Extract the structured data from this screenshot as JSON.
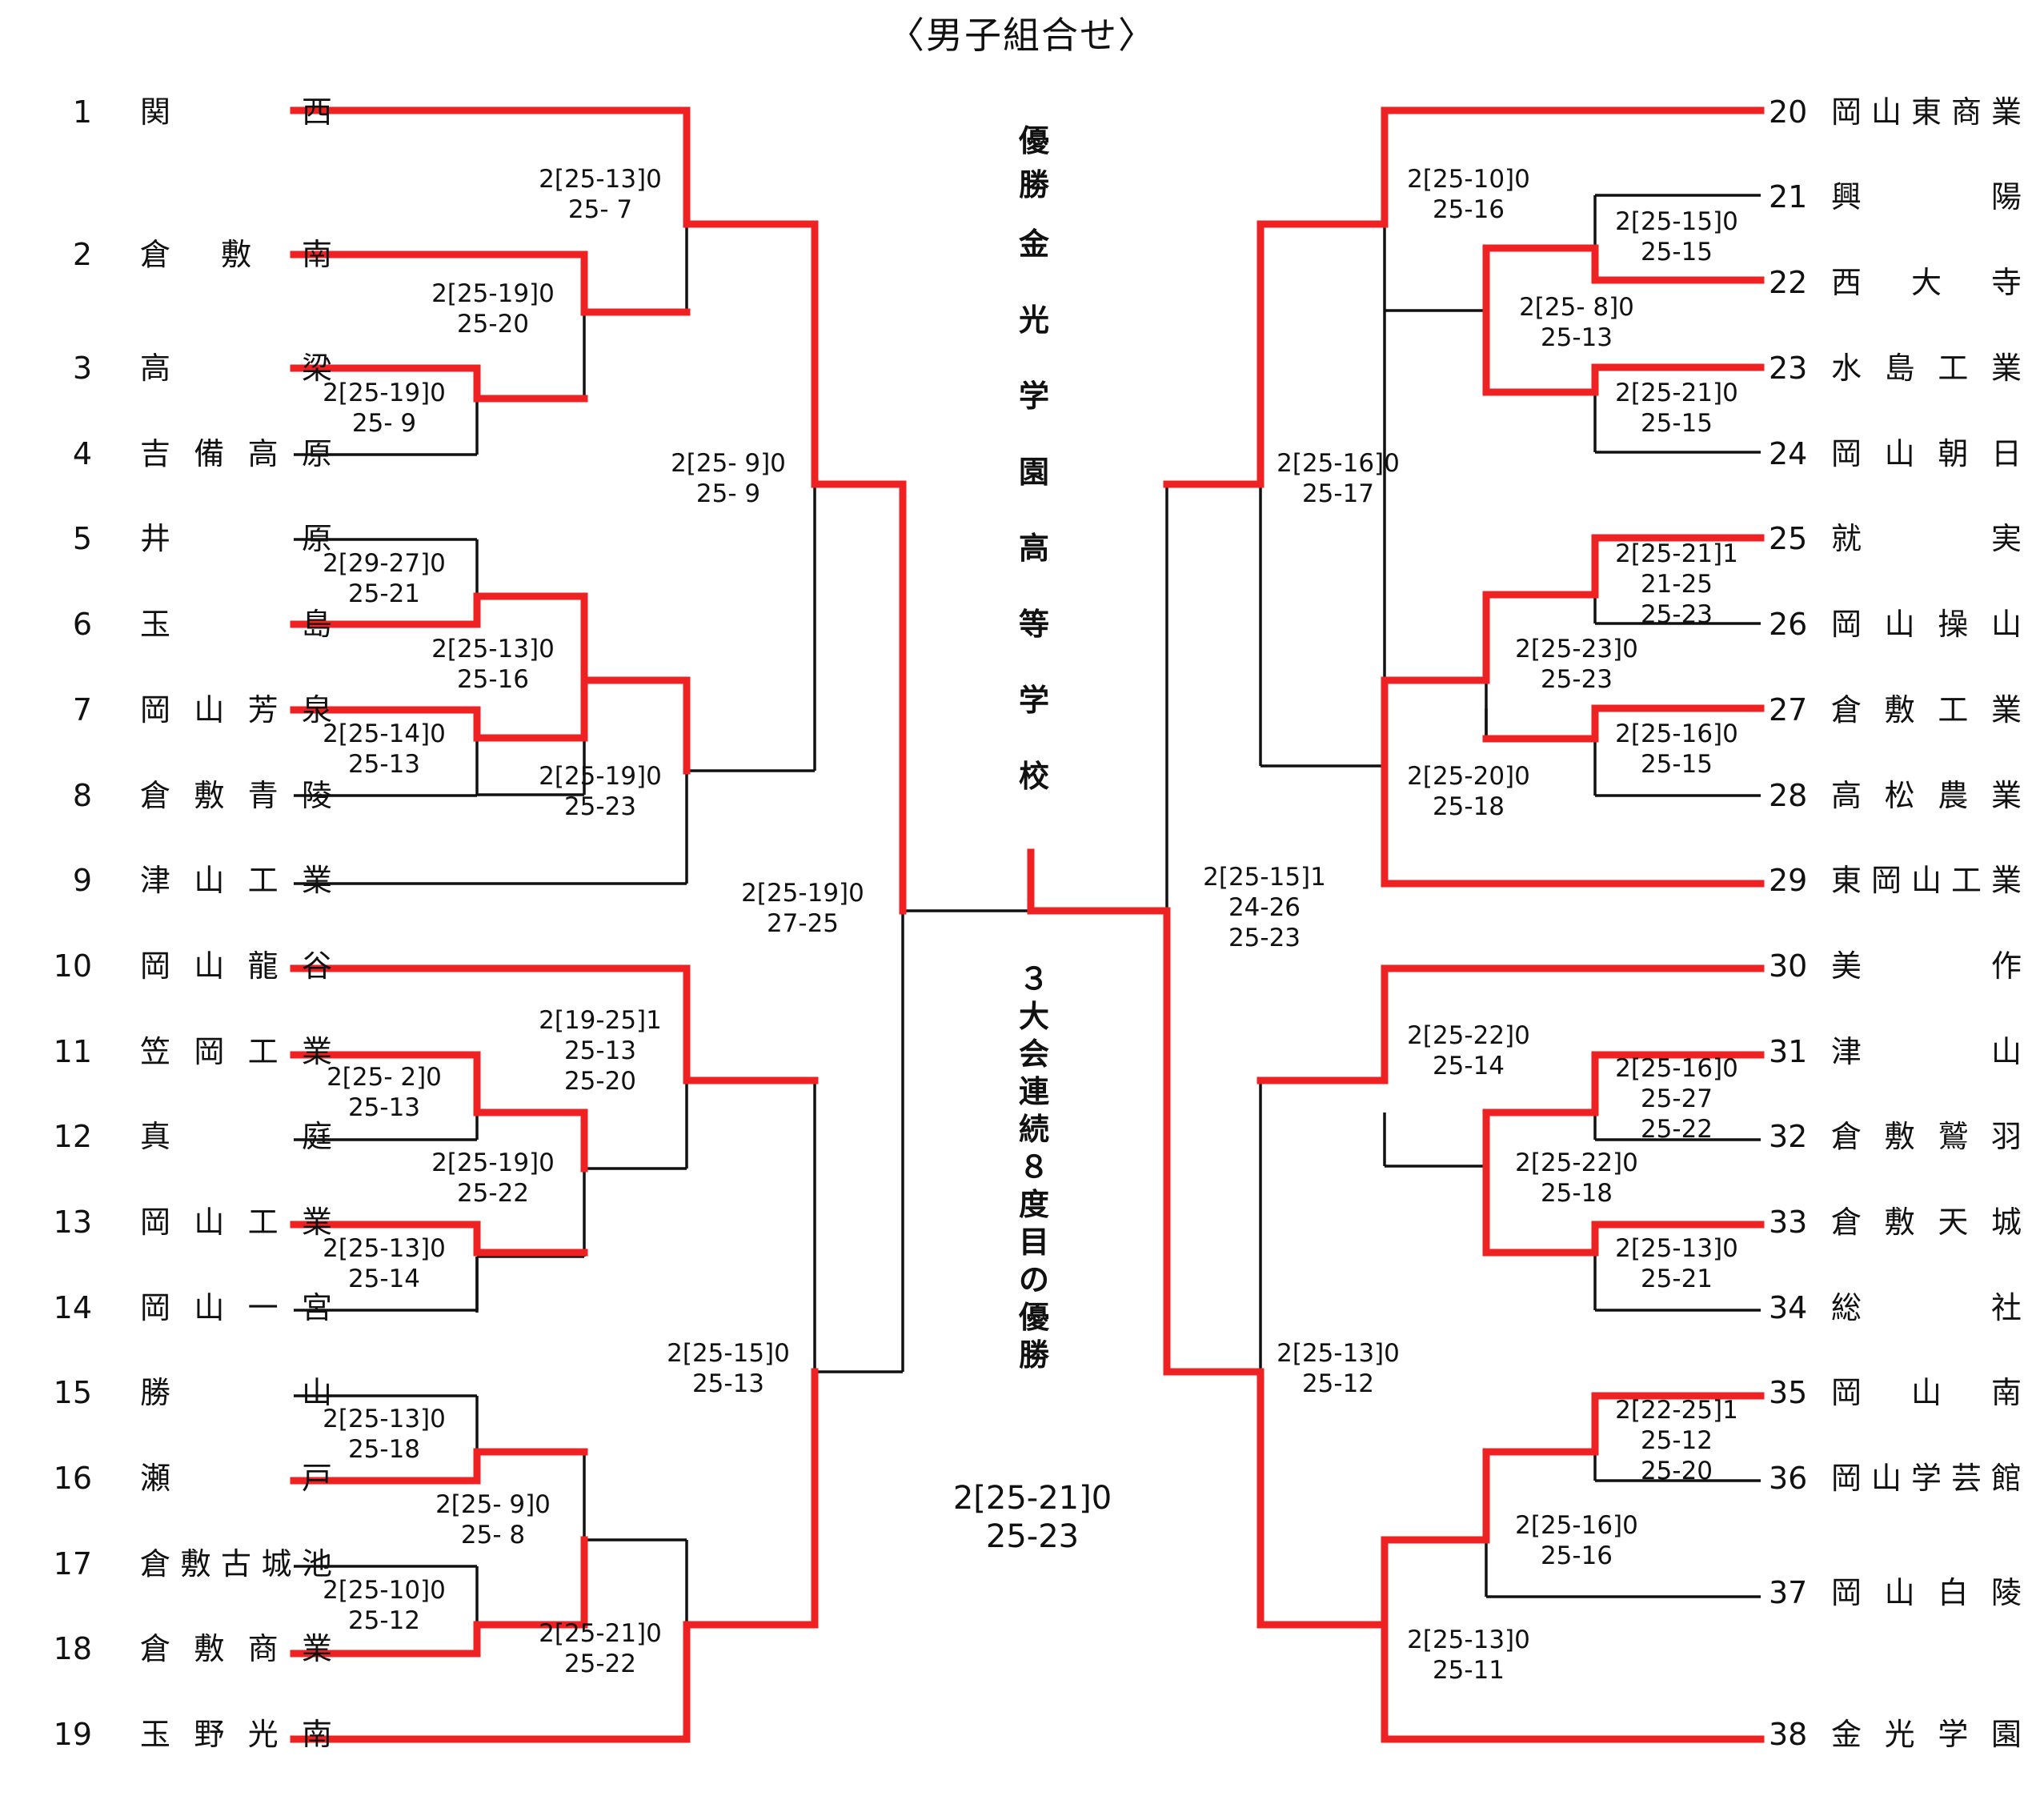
{
  "title": "〈男子組合せ〉",
  "champion_heading": "優勝",
  "champion": "金光学園高等学校",
  "caption": "３大会連続８度目の優勝",
  "final_score": "2[25-21]0\n25-23",
  "colors": {
    "winner": "#ee2222",
    "loser": "#111111"
  },
  "left_teams": [
    {
      "no": "1",
      "name": "関西"
    },
    {
      "no": "2",
      "name": "倉敷南"
    },
    {
      "no": "3",
      "name": "高梁"
    },
    {
      "no": "4",
      "name": "吉備高原"
    },
    {
      "no": "5",
      "name": "井原"
    },
    {
      "no": "6",
      "name": "玉島"
    },
    {
      "no": "7",
      "name": "岡山芳泉"
    },
    {
      "no": "8",
      "name": "倉敷青陵"
    },
    {
      "no": "9",
      "name": "津山工業"
    },
    {
      "no": "10",
      "name": "岡山龍谷"
    },
    {
      "no": "11",
      "name": "笠岡工業"
    },
    {
      "no": "12",
      "name": "真庭"
    },
    {
      "no": "13",
      "name": "岡山工業"
    },
    {
      "no": "14",
      "name": "岡山一宮"
    },
    {
      "no": "15",
      "name": "勝山"
    },
    {
      "no": "16",
      "name": "瀬戸"
    },
    {
      "no": "17",
      "name": "倉敷古城池"
    },
    {
      "no": "18",
      "name": "倉敷商業"
    },
    {
      "no": "19",
      "name": "玉野光南"
    }
  ],
  "right_teams": [
    {
      "no": "20",
      "name": "岡山東商業"
    },
    {
      "no": "21",
      "name": "興陽"
    },
    {
      "no": "22",
      "name": "西大寺"
    },
    {
      "no": "23",
      "name": "水島工業"
    },
    {
      "no": "24",
      "name": "岡山朝日"
    },
    {
      "no": "25",
      "name": "就実"
    },
    {
      "no": "26",
      "name": "岡山操山"
    },
    {
      "no": "27",
      "name": "倉敷工業"
    },
    {
      "no": "28",
      "name": "高松農業"
    },
    {
      "no": "29",
      "name": "東岡山工業"
    },
    {
      "no": "30",
      "name": "美作"
    },
    {
      "no": "31",
      "name": "津山"
    },
    {
      "no": "32",
      "name": "倉敷鷲羽"
    },
    {
      "no": "33",
      "name": "倉敷天城"
    },
    {
      "no": "34",
      "name": "総社"
    },
    {
      "no": "35",
      "name": "岡山南"
    },
    {
      "no": "36",
      "name": "岡山学芸館"
    },
    {
      "no": "37",
      "name": "岡山白陵"
    },
    {
      "no": "38",
      "name": "金光学園"
    }
  ],
  "left_scores": [
    "2[25-13]0\n25- 7",
    "2[25-19]0\n25-20",
    "2[25-19]0\n25- 9",
    "2[25- 9]0\n25- 9",
    "2[29-27]0\n25-21",
    "2[25-13]0\n25-16",
    "2[25-14]0\n25-13",
    "2[25-19]0\n25-23",
    "2[25-19]0\n27-25",
    "2[19-25]1\n25-13\n25-20",
    "2[25- 2]0\n25-13",
    "2[25-19]0\n25-22",
    "2[25-13]0\n25-14",
    "2[25-15]0\n25-13",
    "2[25-13]0\n25-18",
    "2[25- 9]0\n25- 8",
    "2[25-10]0\n25-12",
    "2[25-21]0\n25-22"
  ],
  "right_scores": [
    "2[25-10]0\n25-16",
    "2[25-15]0\n25-15",
    "2[25- 8]0\n25-13",
    "2[25-21]0\n25-15",
    "2[25-16]0\n25-17",
    "2[25-21]1\n21-25\n25-23",
    "2[25-23]0\n25-23",
    "2[25-16]0\n25-15",
    "2[25-20]0\n25-18",
    "2[25-15]1\n24-26\n25-23",
    "2[25-22]0\n25-14",
    "2[25-16]0\n25-27\n25-22",
    "2[25-22]0\n25-18",
    "2[25-13]0\n25-21",
    "2[25-13]0\n25-12",
    "2[22-25]1\n25-12\n25-20",
    "2[25-16]0\n25-16",
    "2[25-13]0\n25-11"
  ]
}
